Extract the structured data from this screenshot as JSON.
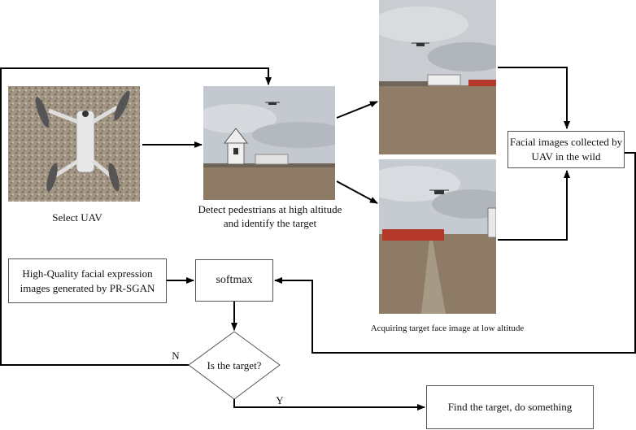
{
  "nodes": {
    "select_uav": "Select UAV",
    "detect": "Detect pedestrians at high altitude and identify the target",
    "acquire": "Acquiring target face image at low altitude",
    "collected": "Facial images collected by UAV in the wild",
    "hq_images": "High-Quality facial expression images generated by PR-SGAN",
    "softmax": "softmax",
    "decision": "Is the target?",
    "found": "Find the target, do something"
  },
  "edges": {
    "no": "N",
    "yes": "Y"
  },
  "colors": {
    "sky": "#c7ccd1",
    "ground": "#8f7c66",
    "gravel": "#a89a88",
    "roof_red": "#b5392b"
  }
}
